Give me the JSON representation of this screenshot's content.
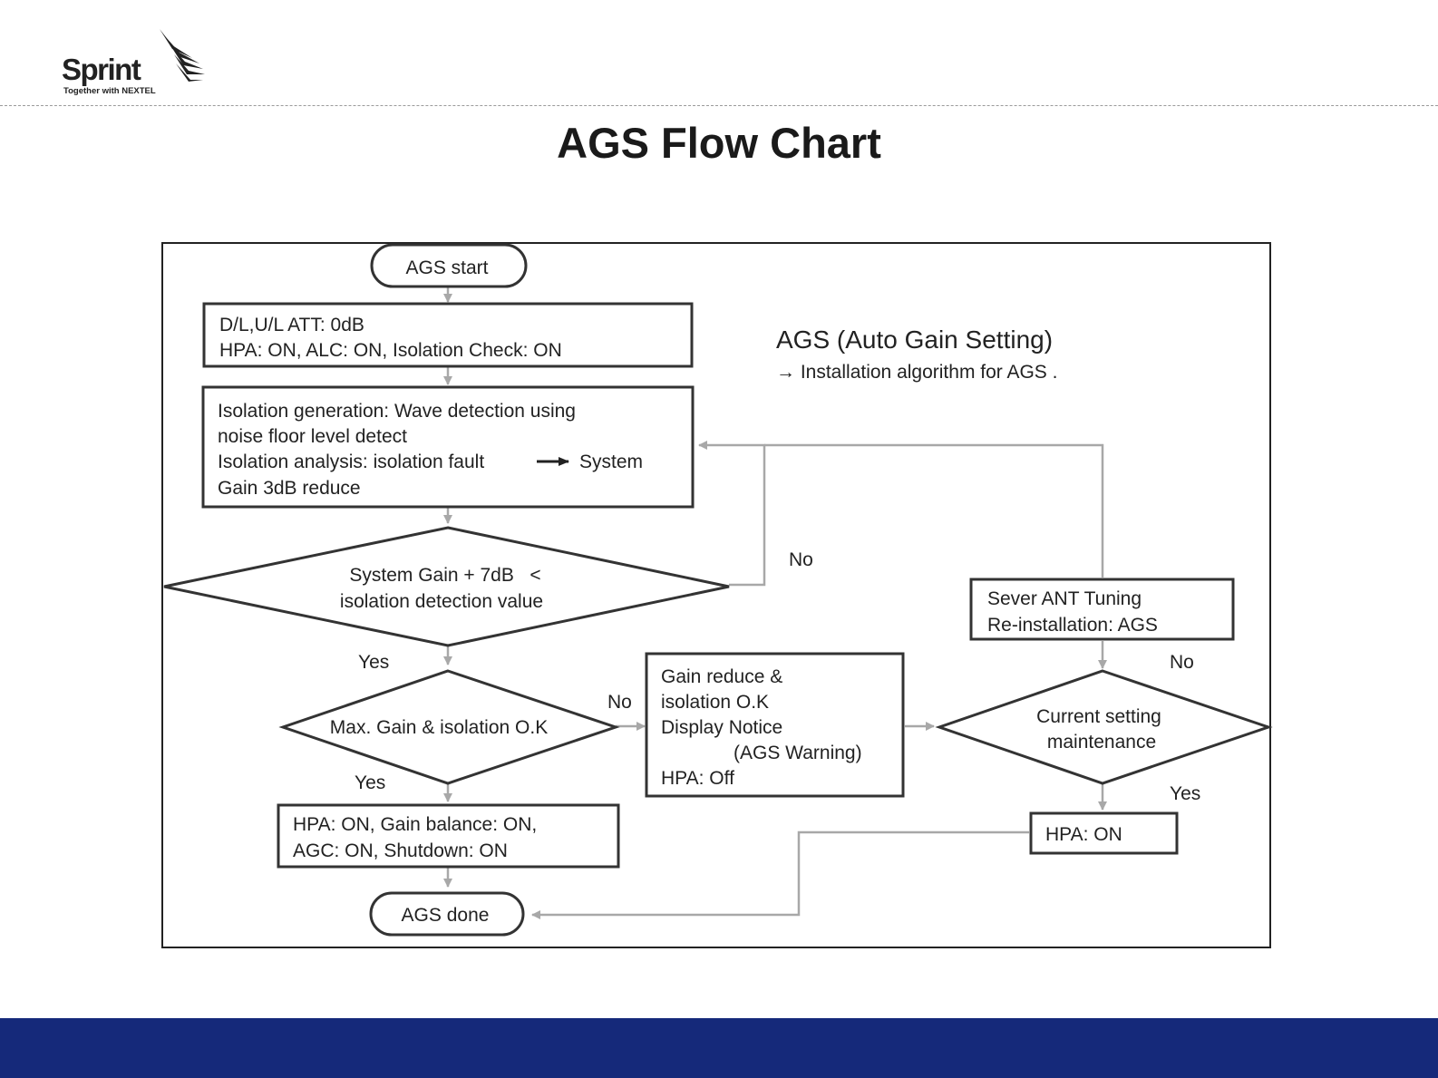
{
  "logo": {
    "brand": "Sprint",
    "tagline": "Together with NEXTEL",
    "color": "#222222"
  },
  "page_title": "AGS Flow Chart",
  "legend": {
    "title": "AGS (Auto Gain Setting)",
    "subtitle": "→ Installation algorithm for AGS ."
  },
  "nodes": {
    "start": "AGS start",
    "init": [
      "D/L,U/L ATT: 0dB",
      "HPA: ON, ALC: ON, Isolation Check: ON"
    ],
    "isolation": [
      "Isolation generation: Wave detection using",
      "noise floor level detect",
      "Isolation analysis: isolation fault",
      "System",
      "Gain 3dB reduce"
    ],
    "decision_gain": [
      "System Gain + 7dB   <",
      "isolation detection value"
    ],
    "decision_max": "Max. Gain & isolation O.K",
    "hpa_balance": [
      "HPA: ON, Gain balance: ON,",
      "AGC: ON, Shutdown: ON"
    ],
    "done": "AGS done",
    "warning": [
      "Gain reduce &",
      "isolation O.K",
      "Display Notice",
      "(AGS Warning)",
      "HPA: Off"
    ],
    "sever": [
      "Sever ANT Tuning",
      "Re-installation: AGS"
    ],
    "decision_current": [
      "Current setting",
      "maintenance"
    ],
    "hpa_on": "HPA: ON"
  },
  "edge_labels": {
    "gain_no": "No",
    "gain_yes": "Yes",
    "max_no": "No",
    "max_yes": "Yes",
    "current_no": "No",
    "current_yes": "Yes"
  },
  "colors": {
    "box_stroke": "#333333",
    "connector": "#a8a8a8",
    "text": "#222222",
    "footer": "#15297a"
  }
}
